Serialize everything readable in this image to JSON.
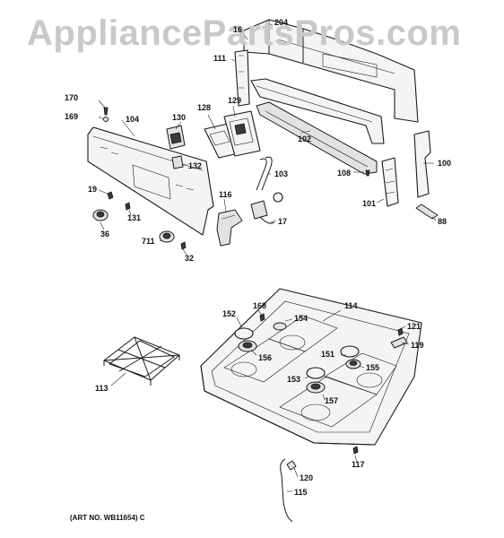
{
  "watermark": "AppliancePartsPros.com",
  "art_number": "(ART NO. WB11654) C",
  "labels": {
    "p16": "16",
    "p204": "204",
    "p111": "111",
    "p170": "170",
    "p169": "169",
    "p104": "104",
    "p130": "130",
    "p128": "128",
    "p129": "129",
    "p132": "132",
    "p102": "102",
    "p103": "103",
    "p108": "108",
    "p100": "100",
    "p101": "101",
    "p88": "88",
    "p19": "19",
    "p131": "131",
    "p116": "116",
    "p17": "17",
    "p36": "36",
    "p711": "711",
    "p32": "32",
    "p168": "168",
    "p152": "152",
    "p154": "154",
    "p114": "114",
    "p121": "121",
    "p119": "119",
    "p156": "156",
    "p151": "151",
    "p155": "155",
    "p153": "153",
    "p157": "157",
    "p113": "113",
    "p120": "120",
    "p117": "117",
    "p115": "115"
  },
  "colors": {
    "watermark": "#c9c9c9",
    "ink": "#1a1a1a",
    "background": "#ffffff"
  }
}
